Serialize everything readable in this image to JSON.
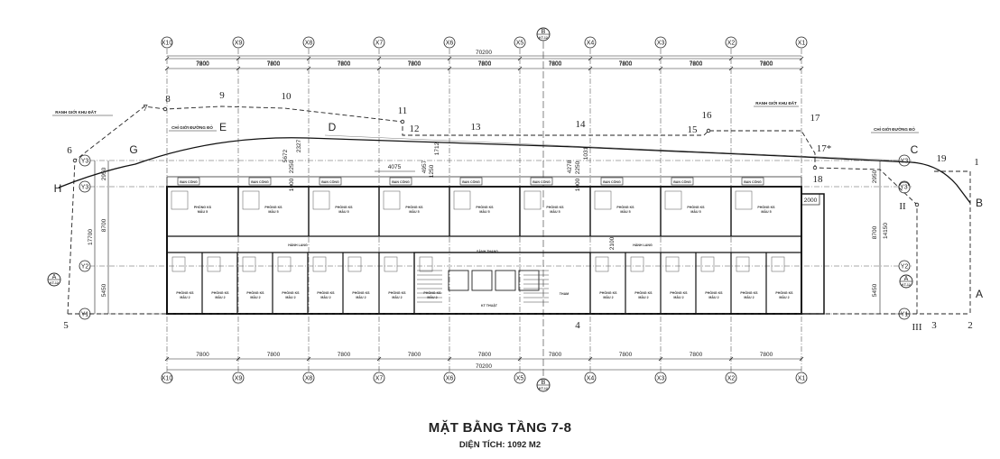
{
  "title": "MẶT BẰNG TẦNG 7-8",
  "subtitle": "DIỆN TÍCH: 1092 M2",
  "axes_x": [
    "X10",
    "X9",
    "X8",
    "X7",
    "X6",
    "X5",
    "X4",
    "X3",
    "X2",
    "X1"
  ],
  "axes_y": [
    "Y3",
    "Y3'",
    "Y2",
    "Y1"
  ],
  "bay_dim": "7800",
  "total_dim": "70200",
  "section_B": {
    "label": "B",
    "ref": "KT-12"
  },
  "section_A": {
    "label": "A",
    "ref": "KT-12"
  },
  "left_dims": {
    "total": "17700",
    "upper": "8700",
    "lower": "5450",
    "top": "2950"
  },
  "right_dims": {
    "total": "14150",
    "upper": "8700",
    "lower": "5450",
    "top": "2950"
  },
  "interior_dims": {
    "d1": "5672",
    "d2": "2250",
    "d3": "2327",
    "d4": "1000",
    "d5": "4075",
    "d6": "4957",
    "d7": "1250",
    "d8": "1712",
    "d9": "4278",
    "d10": "1000",
    "d11": "2250",
    "d12": "2100",
    "d13": "2000"
  },
  "boundary_points": [
    "1",
    "2",
    "3",
    "4",
    "5",
    "6",
    "7",
    "8",
    "9",
    "10",
    "11",
    "12",
    "13",
    "14",
    "15",
    "16",
    "17",
    "17*",
    "18",
    "19",
    "II",
    "III"
  ],
  "boundary_letters": [
    "A",
    "B",
    "C",
    "D",
    "E",
    "G",
    "H"
  ],
  "notes": {
    "ranh_gioi_left": "RANH GIỚI KHU ĐẤT",
    "ranh_gioi_right": "RANH GIỚI KHU ĐẤT",
    "chi_gioi_left": "CHỈ GIỚI ĐƯỜNG ĐỎ",
    "chi_gioi_right": "CHỈ GIỚI ĐƯỜNG ĐỎ"
  },
  "room_labels": {
    "ban_cong": "BAN CÔNG",
    "phong_ks_5": "PHÒNG KS",
    "mau5": "MẪU 5",
    "phong_ks_2": "PHÒNG KS",
    "mau2": "MẪU 2",
    "hanh_lang": "HÀNH LANG",
    "sanh_thang": "SẢNH THANG",
    "kt_thuat": "KT THUẬT",
    "tham": "THAM"
  }
}
